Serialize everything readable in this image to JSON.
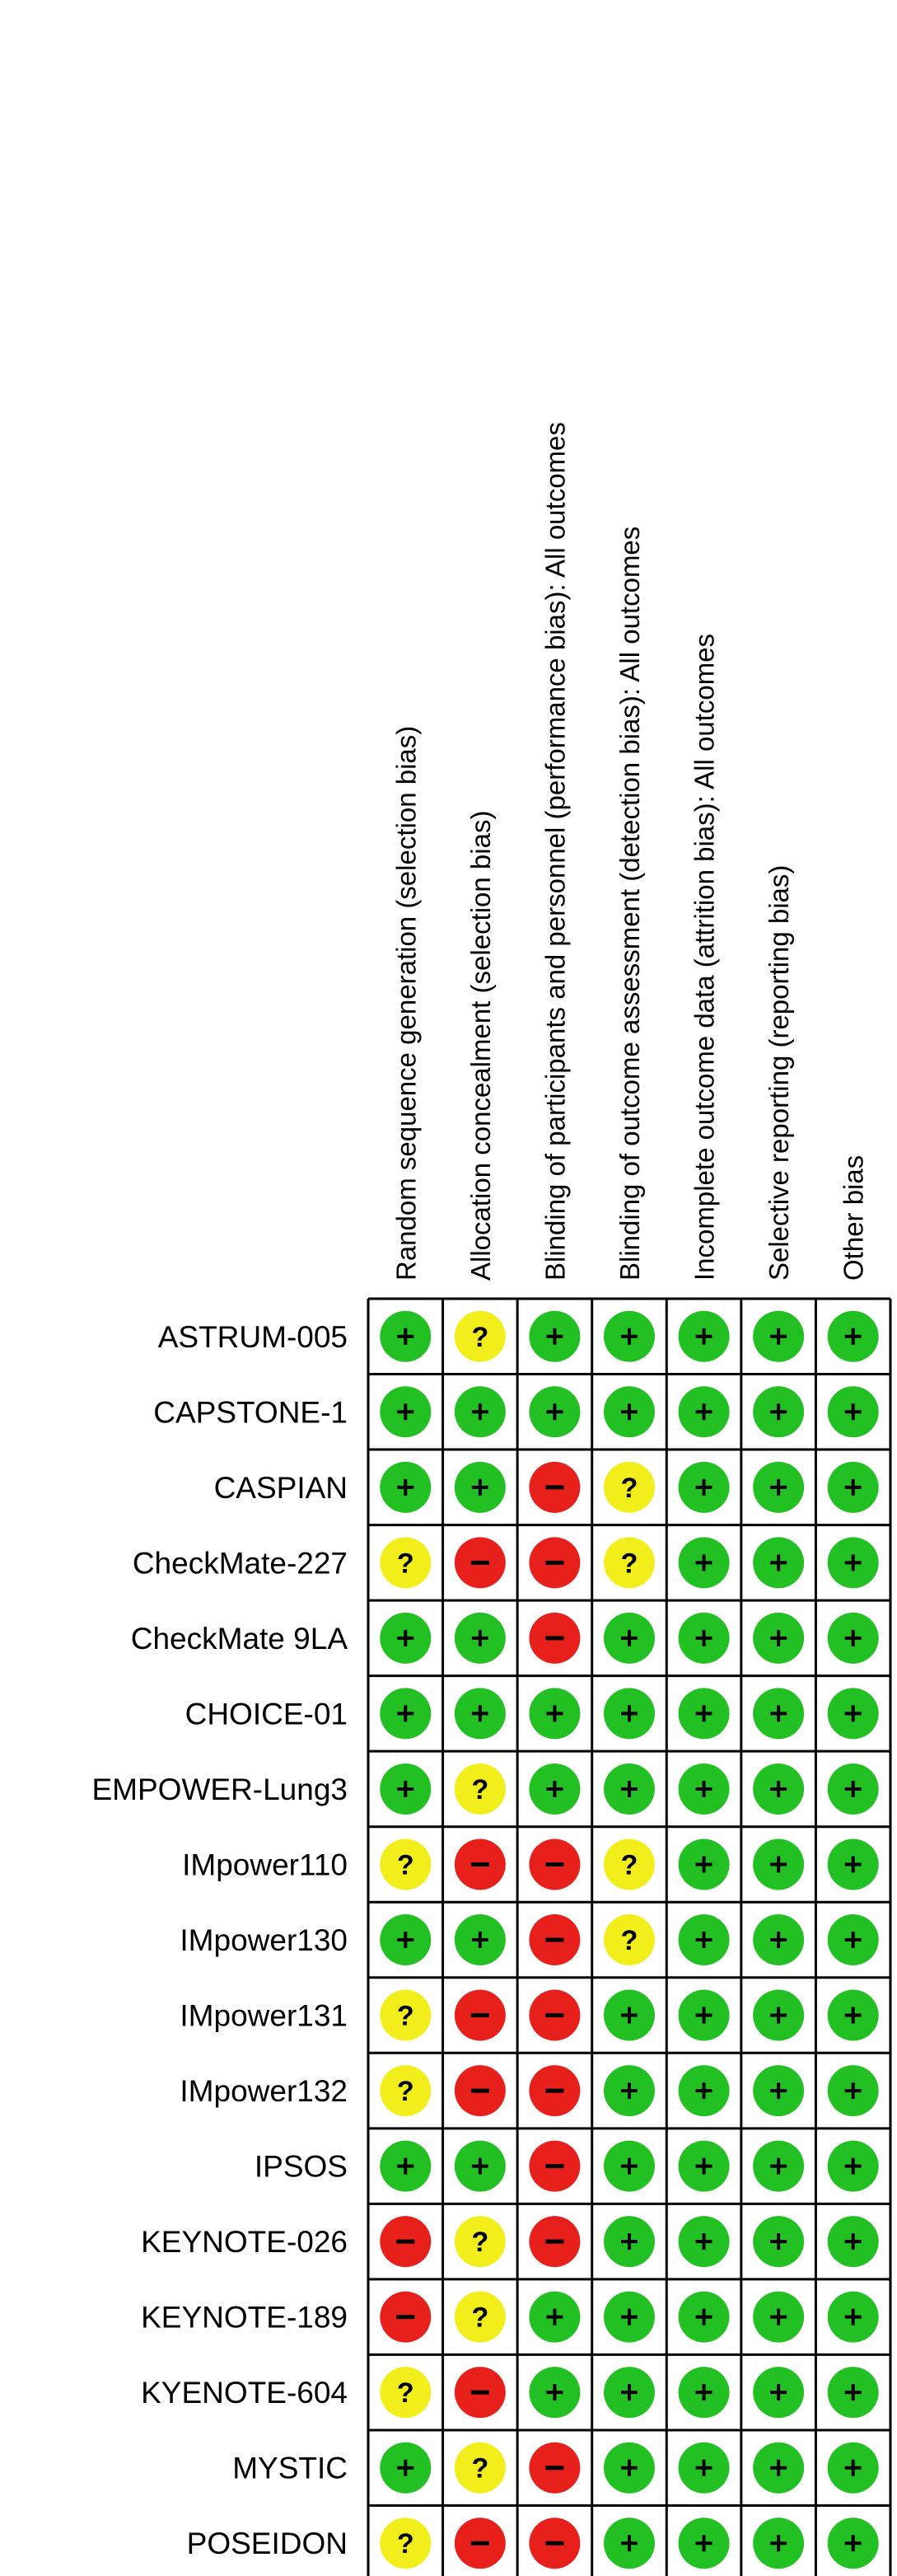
{
  "chart_data": {
    "type": "table",
    "columns": [
      "Random sequence generation (selection bias)",
      "Allocation concealment (selection bias)",
      "Blinding of participants and personnel (performance bias): All outcomes",
      "Blinding of outcome assessment (detection bias): All outcomes",
      "Incomplete outcome data (attrition bias): All outcomes",
      "Selective reporting (reporting bias)",
      "Other bias"
    ],
    "rows": [
      {
        "study": "ASTRUM-005",
        "judgements": [
          "low",
          "unclear",
          "low",
          "low",
          "low",
          "low",
          "low"
        ]
      },
      {
        "study": "CAPSTONE-1",
        "judgements": [
          "low",
          "low",
          "low",
          "low",
          "low",
          "low",
          "low"
        ]
      },
      {
        "study": "CASPIAN",
        "judgements": [
          "low",
          "low",
          "high",
          "unclear",
          "low",
          "low",
          "low"
        ]
      },
      {
        "study": "CheckMate-227",
        "judgements": [
          "unclear",
          "high",
          "high",
          "unclear",
          "low",
          "low",
          "low"
        ]
      },
      {
        "study": "CheckMate 9LA",
        "judgements": [
          "low",
          "low",
          "high",
          "low",
          "low",
          "low",
          "low"
        ]
      },
      {
        "study": "CHOICE-01",
        "judgements": [
          "low",
          "low",
          "low",
          "low",
          "low",
          "low",
          "low"
        ]
      },
      {
        "study": "EMPOWER-Lung3",
        "judgements": [
          "low",
          "unclear",
          "low",
          "low",
          "low",
          "low",
          "low"
        ]
      },
      {
        "study": "IMpower110",
        "judgements": [
          "unclear",
          "high",
          "high",
          "unclear",
          "low",
          "low",
          "low"
        ]
      },
      {
        "study": "IMpower130",
        "judgements": [
          "low",
          "low",
          "high",
          "unclear",
          "low",
          "low",
          "low"
        ]
      },
      {
        "study": "IMpower131",
        "judgements": [
          "unclear",
          "high",
          "high",
          "low",
          "low",
          "low",
          "low"
        ]
      },
      {
        "study": "IMpower132",
        "judgements": [
          "unclear",
          "high",
          "high",
          "low",
          "low",
          "low",
          "low"
        ]
      },
      {
        "study": "IPSOS",
        "judgements": [
          "low",
          "low",
          "high",
          "low",
          "low",
          "low",
          "low"
        ]
      },
      {
        "study": "KEYNOTE-026",
        "judgements": [
          "high",
          "unclear",
          "high",
          "low",
          "low",
          "low",
          "low"
        ]
      },
      {
        "study": "KEYNOTE-189",
        "judgements": [
          "high",
          "unclear",
          "low",
          "low",
          "low",
          "low",
          "low"
        ]
      },
      {
        "study": "KYENOTE-604",
        "judgements": [
          "unclear",
          "high",
          "low",
          "low",
          "low",
          "low",
          "low"
        ]
      },
      {
        "study": "MYSTIC",
        "judgements": [
          "low",
          "unclear",
          "high",
          "low",
          "low",
          "low",
          "low"
        ]
      },
      {
        "study": "POSEIDON",
        "judgements": [
          "unclear",
          "high",
          "high",
          "low",
          "low",
          "low",
          "low"
        ]
      }
    ],
    "symbols": {
      "low": "+",
      "unclear": "?",
      "high": "−"
    },
    "colors": {
      "low": "#22c022",
      "unclear": "#f2ee1c",
      "high": "#e8201c",
      "grid": "#000000",
      "text": "#000000"
    }
  }
}
